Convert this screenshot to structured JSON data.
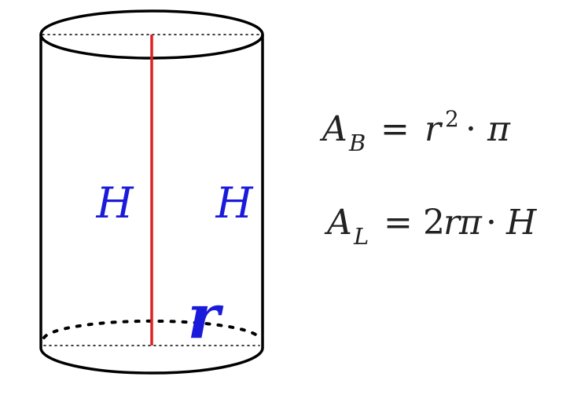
{
  "colors": {
    "outline": "#000000",
    "height_line": "#e02020",
    "label": "#1a1adb",
    "formula_text": "#222222",
    "background": "#ffffff"
  },
  "labels": {
    "height_left": "H",
    "height_right": "H",
    "radius": "r"
  },
  "formulas": {
    "base_area": {
      "symbol": "A",
      "subscript": "B",
      "equals": "=",
      "base": "r",
      "exponent": "2",
      "dot": "·",
      "pi": "π"
    },
    "lateral_area": {
      "symbol": "A",
      "subscript": "L",
      "equals": "=",
      "coefficient": "2",
      "r": "r",
      "pi": "π",
      "dot": "·",
      "H": "H"
    }
  }
}
